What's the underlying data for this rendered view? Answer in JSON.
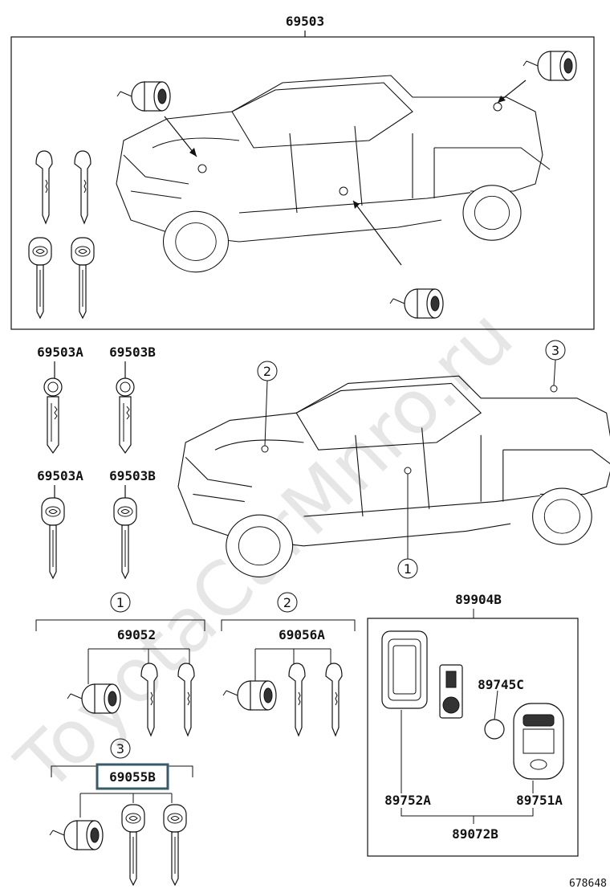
{
  "watermark": "ToyotaCarMnro.ru",
  "labels": {
    "top_assembly": "69503",
    "key_a_top": "69503A",
    "key_b_top": "69503B",
    "key_a_bottom": "69503A",
    "key_b_bottom": "69503B",
    "callout_1": "69052",
    "callout_2": "69056A",
    "callout_3": "69055B",
    "remote_assembly": "89904B",
    "battery": "89745C",
    "case": "89752A",
    "remote": "89751A",
    "remote_set": "89072B"
  },
  "callouts": {
    "one": "1",
    "two": "2",
    "three": "3"
  },
  "figure_number": "678648"
}
